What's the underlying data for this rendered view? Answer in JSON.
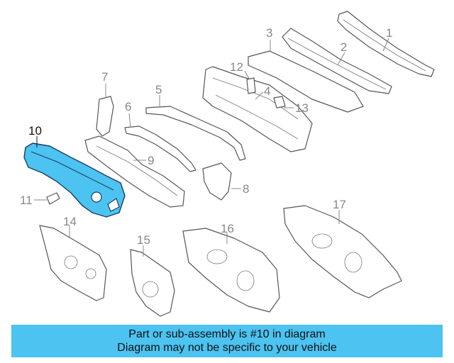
{
  "callouts": [
    "1",
    "2",
    "3",
    "4",
    "5",
    "6",
    "7",
    "8",
    "9",
    "10",
    "11",
    "12",
    "13",
    "14",
    "15",
    "16",
    "17"
  ],
  "highlighted_part": "10",
  "colors": {
    "highlight": "#4cc3f0",
    "highlight_stroke": "#1b3d63",
    "banner": "#4cc3f0",
    "line": "#555555"
  },
  "banner": {
    "line1": "Part or sub-assembly is #10 in diagram",
    "line2": "Diagram may not be specific to your vehicle"
  }
}
